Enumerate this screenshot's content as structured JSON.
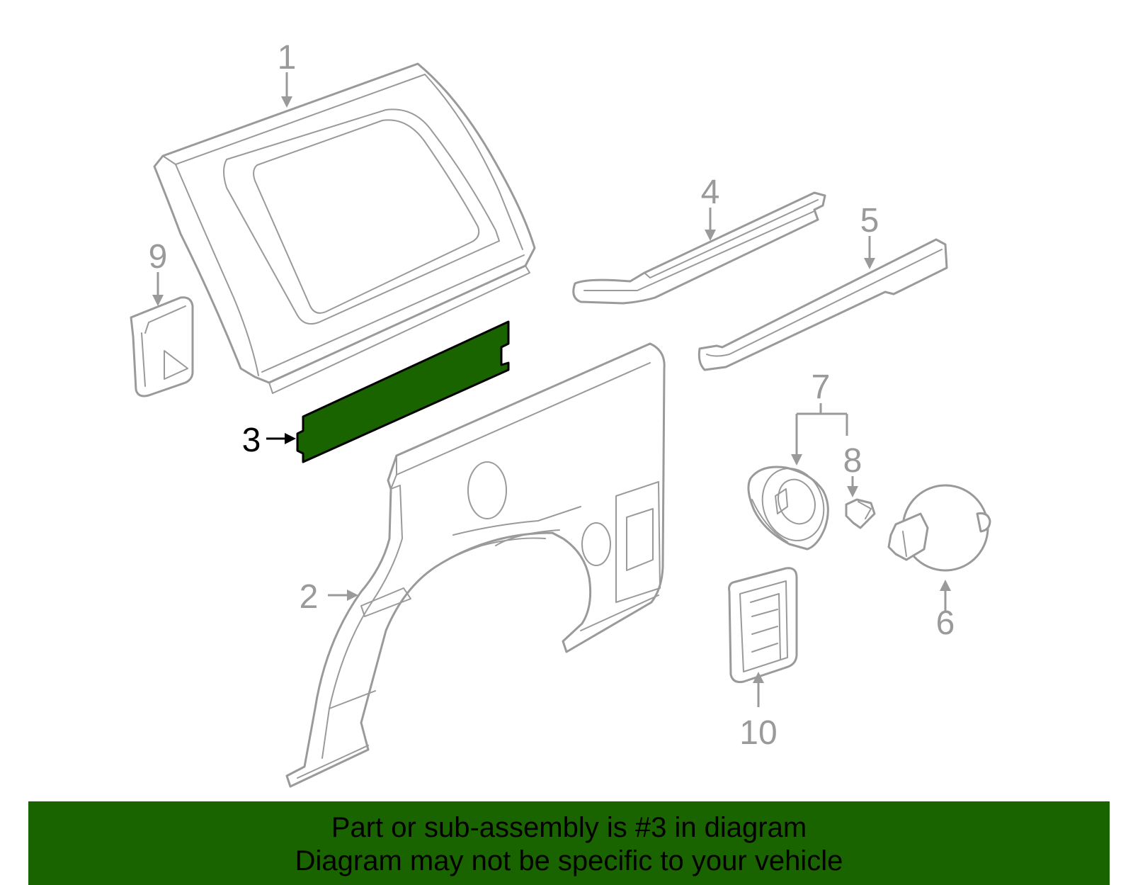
{
  "callouts": {
    "c1": "1",
    "c2": "2",
    "c3": "3",
    "c4": "4",
    "c5": "5",
    "c6": "6",
    "c7": "7",
    "c8": "8",
    "c9": "9",
    "c10": "10"
  },
  "highlight": {
    "part": "3",
    "color": "#1a6400"
  },
  "banner": {
    "line1": "Part or sub-assembly is #3 in diagram",
    "line2": "Diagram may not be specific to your vehicle"
  }
}
